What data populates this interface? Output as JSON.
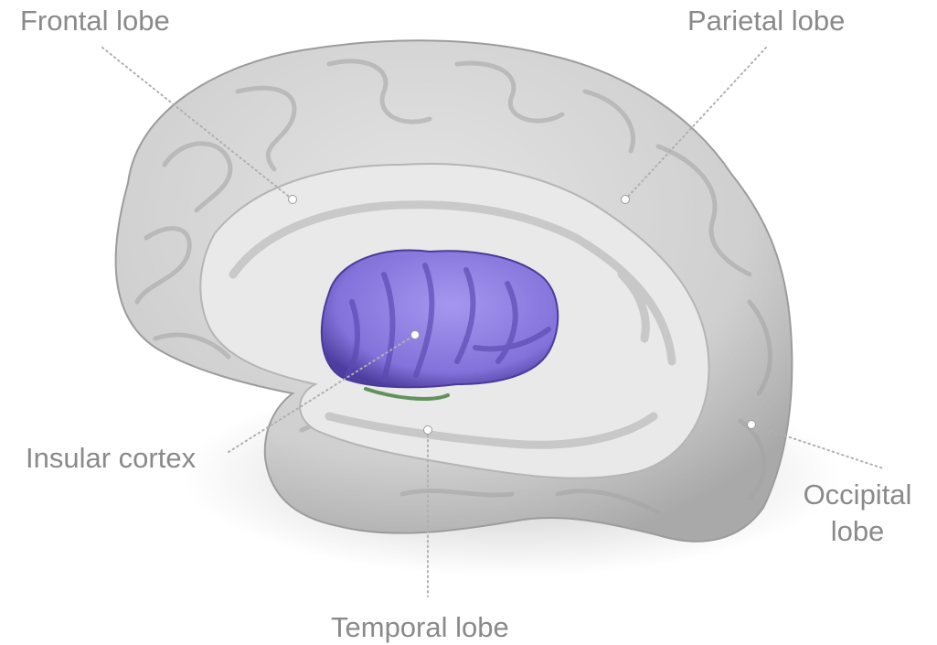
{
  "labels": {
    "frontal": "Frontal lobe",
    "parietal": "Parietal lobe",
    "insular": "Insular cortex",
    "occipital_line1": "Occipital",
    "occipital_line2": "lobe",
    "temporal": "Temporal lobe"
  },
  "colors": {
    "brain_fill": "#d9d9d9",
    "brain_shade": "#b8b8b8",
    "cut_surface": "#ebebeb",
    "insula": "#8e7fe0",
    "insula_dark": "#5c4bb3",
    "label_text": "#8a8a8a",
    "leader_line": "#b0b0b0",
    "marker": "#ffffff"
  }
}
